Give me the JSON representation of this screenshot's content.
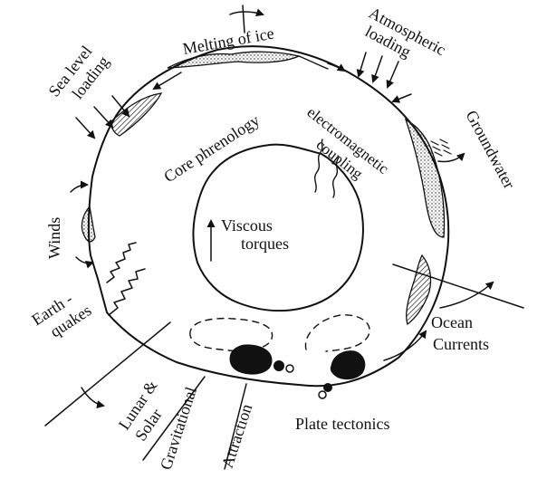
{
  "labels": {
    "melting_of_ice": "Melting of ice",
    "atmospheric_1": "Atmospheric",
    "atmospheric_2": "loading",
    "sea_level_1": "Sea level",
    "sea_level_2": "loading",
    "groundwater": "Groundwater",
    "core_phrenology": "Core phrenology",
    "electromagnetic_1": "electromagnetic",
    "electromagnetic_2": "coupling",
    "winds": "Winds",
    "viscous_1": "Viscous",
    "viscous_2": "torques",
    "earthquakes_1": "Earth -",
    "earthquakes_2": "quakes",
    "ocean_1": "Ocean",
    "ocean_2": "Currents",
    "lunar_1": "Lunar &",
    "lunar_2": "Solar",
    "gravitational": "Gravitational",
    "attraction": "Attraction",
    "plate_tectonics": "Plate tectonics"
  },
  "colors": {
    "ink": "#111111",
    "background": "#ffffff"
  }
}
